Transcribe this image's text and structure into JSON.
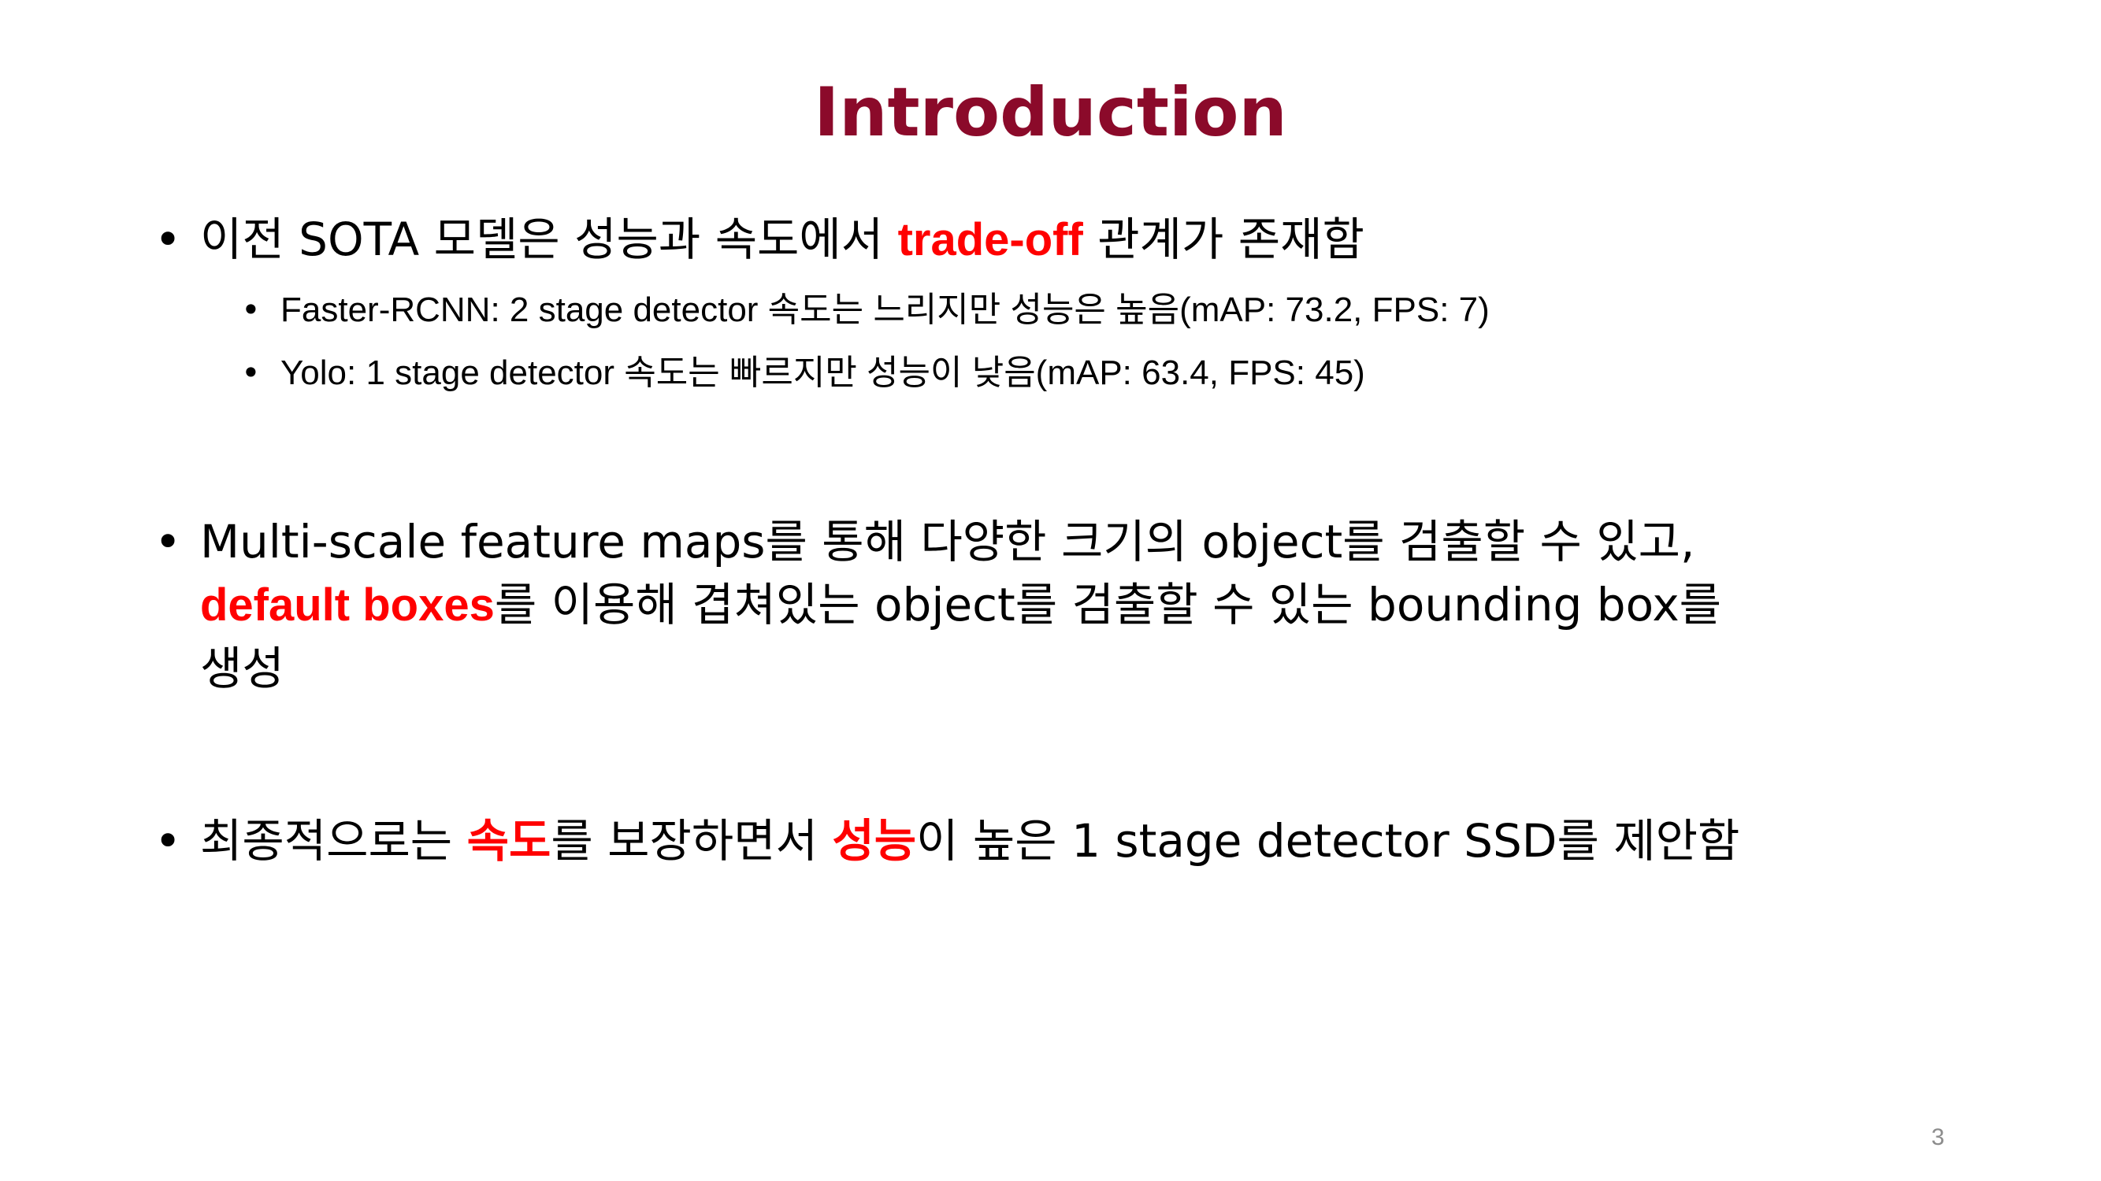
{
  "title": "Introduction",
  "bullet1": {
    "pre": "이전 SOTA 모델은 성능과 속도에서 ",
    "em": "trade-off",
    "post": " 관계가 존재함",
    "subs": [
      "Faster-RCNN: 2 stage detector 속도는 느리지만 성능은 높음(mAP: 73.2, FPS: 7)",
      "Yolo: 1 stage detector 속도는 빠르지만 성능이 낮음(mAP: 63.4, FPS: 45)"
    ]
  },
  "bullet2": {
    "line1": "Multi-scale feature maps를 통해 다양한 크기의 object를 검출할 수 있고,",
    "em": "default boxes",
    "line2_post": "를 이용해 겹쳐있는 object를 검출할 수 있는 bounding box를",
    "line3": "생성"
  },
  "bullet3": {
    "pre": "최종적으로는 ",
    "em1": "속도",
    "mid": "를 보장하면서 ",
    "em2": "성능",
    "post": "이 높은 1 stage detector SSD를 제안함"
  },
  "bullet_glyph": "•",
  "page_number": "3",
  "colors": {
    "title": "#8b0a2a",
    "emphasis": "#ff0000",
    "page_number": "#8c8c8c"
  }
}
